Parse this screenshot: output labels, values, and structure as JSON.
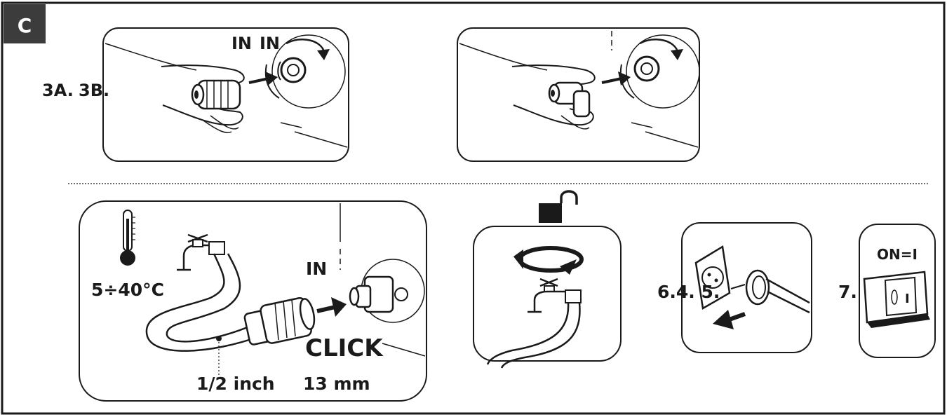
{
  "section_letter": "C",
  "step_labels": {
    "step_3a": "3A.",
    "step_3b": "3B.",
    "step_6_4_5": "6.4. 5.",
    "step_7": "7."
  },
  "annotations": {
    "in_top_1": "IN",
    "in_top_2": "IN",
    "in_bottom": "IN",
    "temperature_range": "5÷40°C",
    "click": "CLICK",
    "hose_diameter_inch": "1/2 inch",
    "hose_diameter_mm": "13 mm",
    "switch_on": "ON=I",
    "switch_symbol": "I"
  },
  "icons": [
    "thermometer-icon",
    "padlock-unlocked-icon",
    "rotate-arrow-icon",
    "push-arrow-icon",
    "tap-icon",
    "power-plug-icon",
    "power-socket-icon",
    "power-switch-icon"
  ],
  "colors": {
    "ink": "#1a1a1a",
    "corner_badge": "#3c3c3c",
    "background": "#ffffff"
  }
}
